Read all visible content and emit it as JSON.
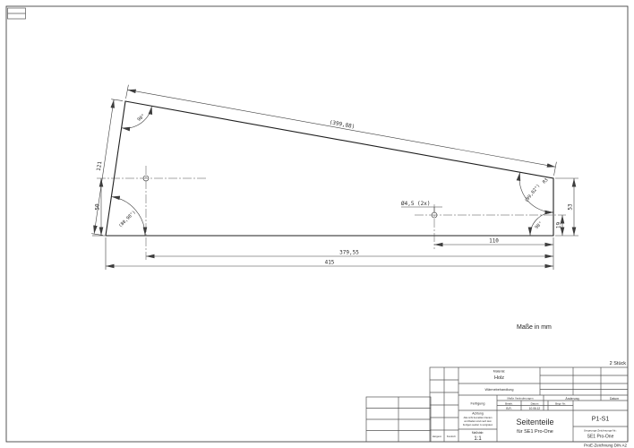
{
  "page": {
    "quantity_note": "2 Stück",
    "units_note": "Maße in mm",
    "footer_note": "ProE-Zeichnung DIN A2"
  },
  "dims": {
    "top_edge": "(399,88)",
    "left_edge": "121",
    "left_hole_height": "50",
    "right_edge_height": "53",
    "right_hole_height": "19",
    "hole_callout": "Ø4,5 (2x)",
    "hole_to_edge": "110",
    "hole_span": "379,55",
    "overall_length": "415",
    "angle_top_left": "90°",
    "angle_bottom_left": "(80,98°)",
    "angle_top_right": "(99,02°)",
    "angle_bottom_right": "90°",
    "corner_radius": "R3"
  },
  "title_block": {
    "material_label": "Material:",
    "material_value": "Holz",
    "treatment_label": "Wärmebehandlung",
    "production_label": "Fertigung",
    "rev_strip": {
      "left": "Maße Veränderungen",
      "mid": "Änderung",
      "right": "Datum"
    },
    "editor": {
      "bearb_label": "Bearb.",
      "datum_label": "Datum",
      "begr_label": "Begr.-Nr.",
      "bearb_value": "B.R.",
      "datum_value": "10.06.12"
    },
    "notice": {
      "title": "Achtung",
      "line1": "Alle nicht bemaßten Kanten",
      "line2": "und Radien sind nach dem",
      "line3": "Fertigen sauber zu entgraten"
    },
    "scale_label": "Maßstab:",
    "scale_value": "1:1",
    "title_line1": "Seitenteile",
    "title_line2": "für SE1 Pro-One",
    "part_code": "P1-S1",
    "origin_label": "Ursprungs-Zeichnungs-Nr.:",
    "origin_value": "SE1 Pro-One",
    "sign_left": "Hergest.",
    "sign_right": "Kontroll."
  }
}
